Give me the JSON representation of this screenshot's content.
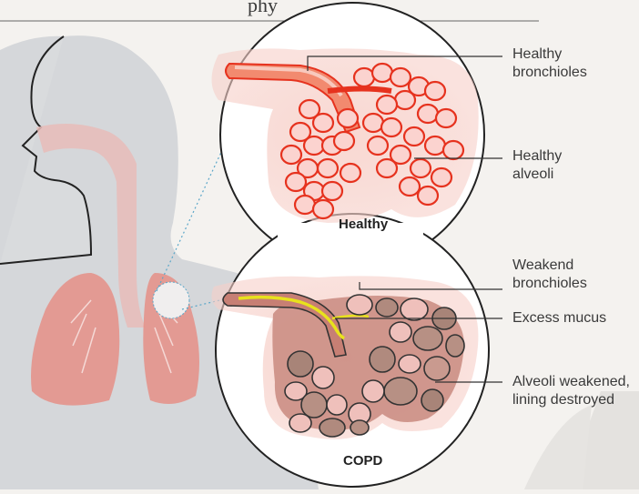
{
  "header": {
    "partial_title": "phy"
  },
  "panels": {
    "healthy": {
      "caption": "Healthy",
      "labels": {
        "bronchioles": "Healthy\nbronchioles",
        "alveoli": "Healthy\nalveoli"
      }
    },
    "copd": {
      "caption": "COPD",
      "labels": {
        "bronchioles": "Weakend\nbronchioles",
        "mucus": "Excess mucus",
        "alveoli": "Alveoli weakened,\nlining destroyed"
      }
    }
  },
  "colors": {
    "background": "#f4f2ef",
    "silhouette": "#d4d6d9",
    "airway": "#e9b7b4",
    "lung": "#e58f86",
    "healthy_alveoli": "#f7b2ad",
    "healthy_outline": "#e6321e",
    "copd_tissue": "#c77f74",
    "copd_alveoli": "#b79084",
    "mucus": "#e8e21c",
    "glow": "#f6d2cc"
  },
  "icons": [
    "human-silhouette",
    "lungs",
    "magnifier-circle"
  ]
}
